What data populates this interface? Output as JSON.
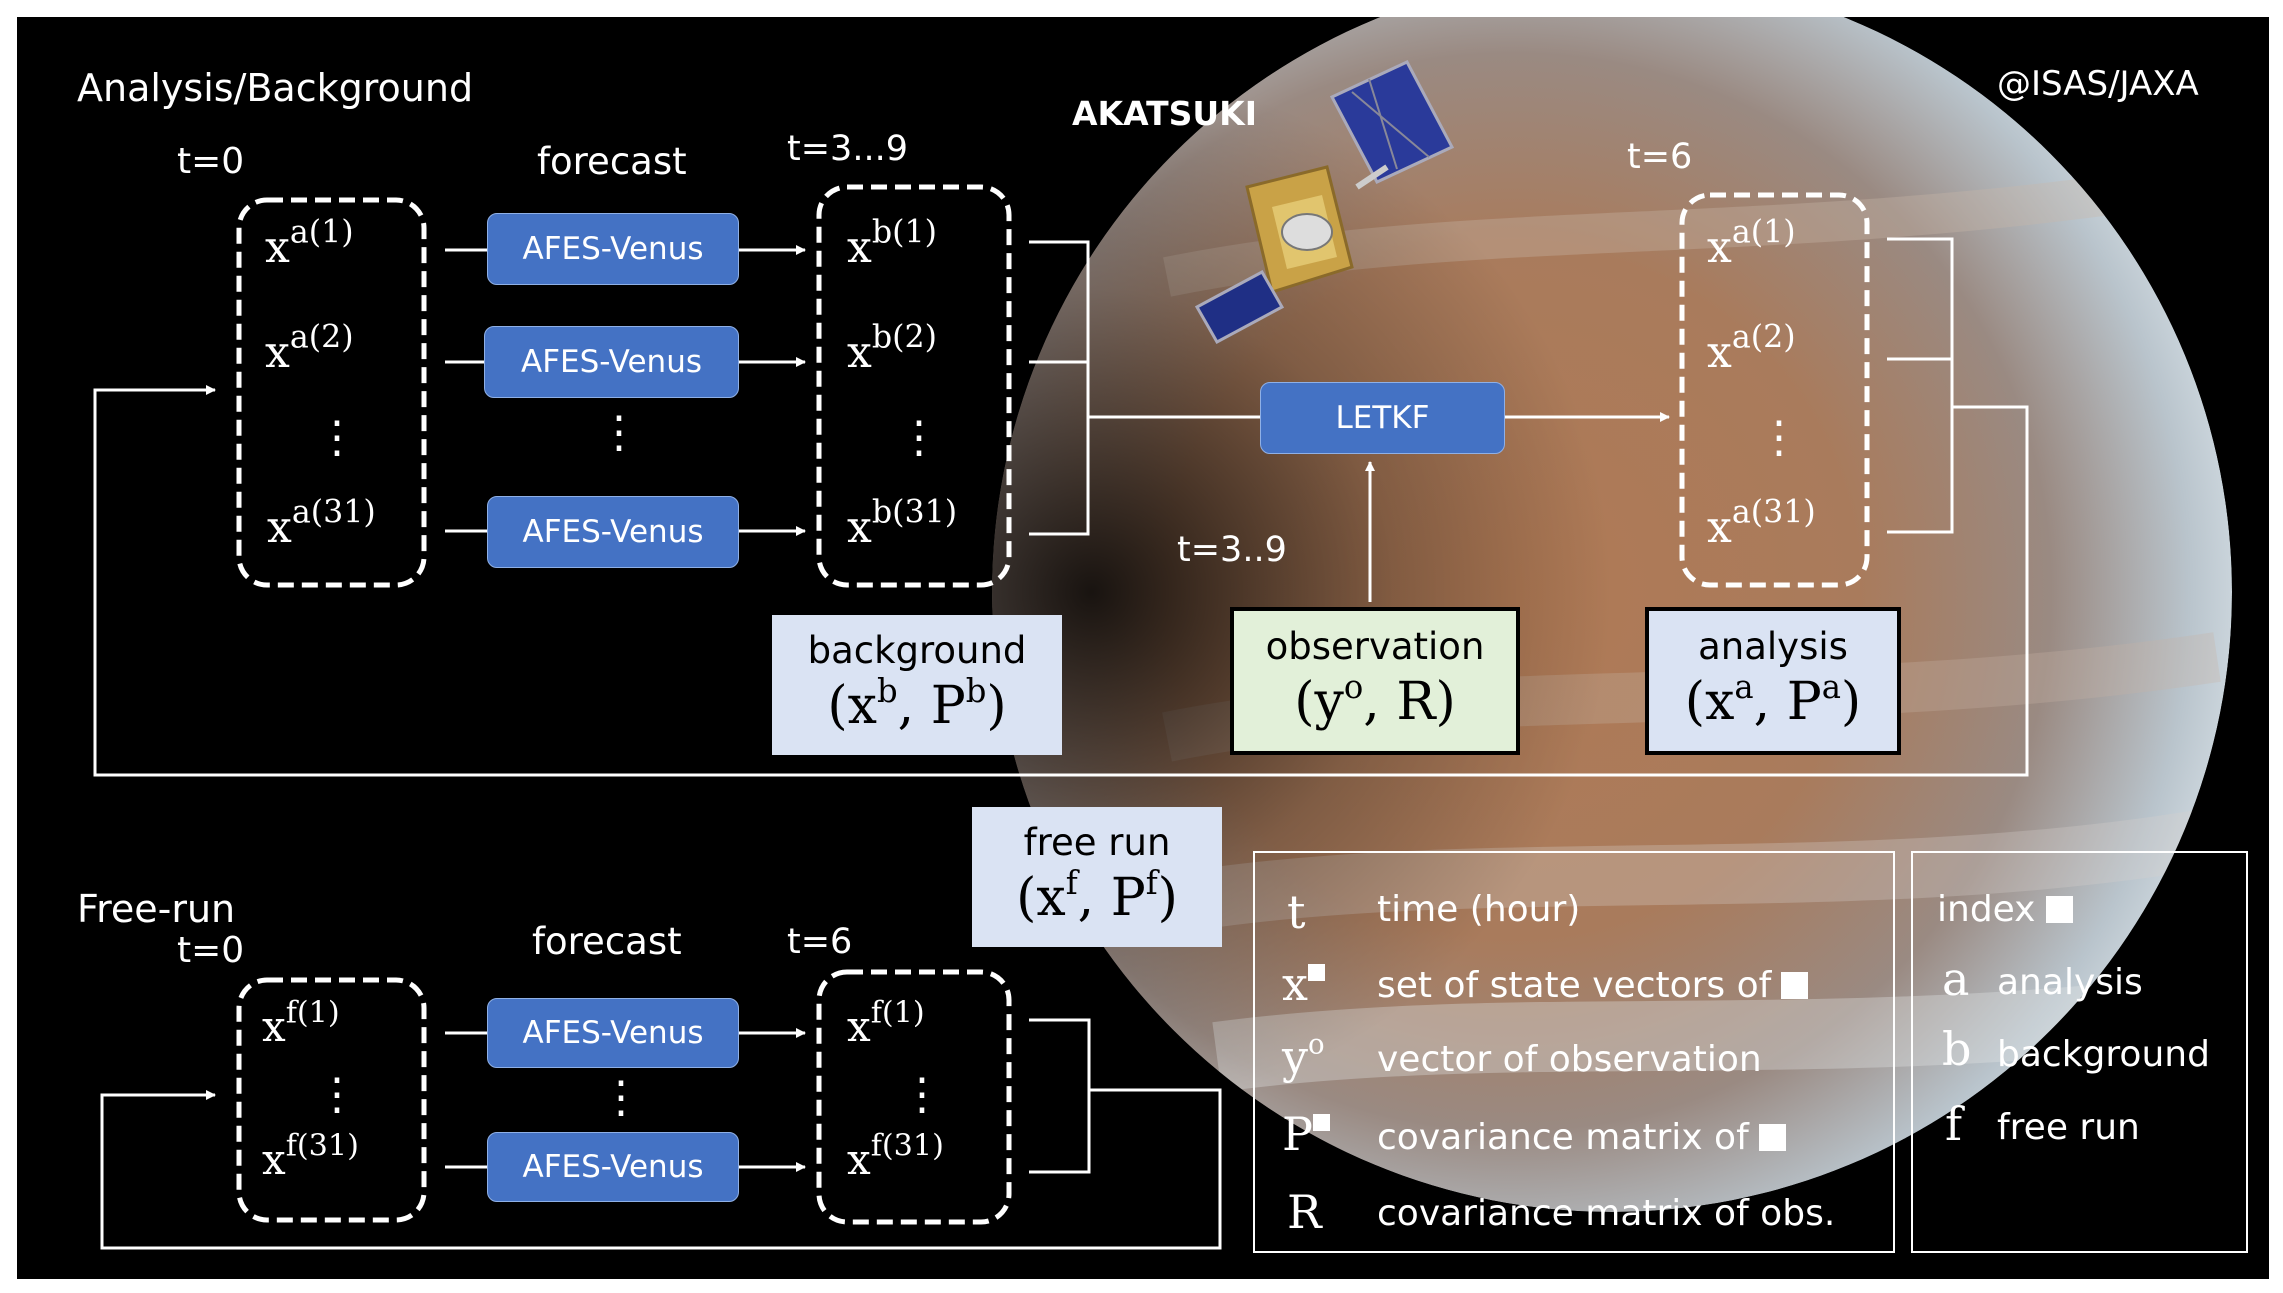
{
  "copyright": "@ISAS/JAXA",
  "satellite_name": "AKATSUKI",
  "analysis": {
    "section_title": "Analysis/Background",
    "t_start": "t=0",
    "t_mid": "t=3...9",
    "t_obs": "t=3..9",
    "t_end": "t=6",
    "forecast_label": "forecast",
    "model_labels": [
      "AFES-Venus",
      "AFES-Venus",
      "AFES-Venus"
    ],
    "letkf_label": "LETKF",
    "xa": {
      "base": "x",
      "sup1": "a(1)",
      "sup2": "a(2)",
      "sup31": "a(31)"
    },
    "xb": {
      "base": "x",
      "sup1": "b(1)",
      "sup2": "b(2)",
      "sup31": "b(31)"
    },
    "xa_out": {
      "base": "x",
      "sup1": "a(1)",
      "sup2": "a(2)",
      "sup31": "a(31)"
    },
    "background_box": {
      "title": "background",
      "x_sup": "b",
      "p_sup": "b",
      "color": "#dae3f3"
    },
    "observation_box": {
      "title": "observation",
      "y_sup": "o",
      "r": "R",
      "color": "#e2f0d9"
    },
    "analysis_box": {
      "title": "analysis",
      "x_sup": "a",
      "p_sup": "a",
      "color": "#dae3f3"
    }
  },
  "freerun": {
    "section_title": "Free-run",
    "t_start": "t=0",
    "t_end": "t=6",
    "forecast_label": "forecast",
    "model_labels": [
      "AFES-Venus",
      "AFES-Venus"
    ],
    "xf": {
      "base": "x",
      "sup1": "f(1)",
      "sup31": "f(31)"
    },
    "xf_out": {
      "base": "x",
      "sup1": "f(1)",
      "sup31": "f(31)"
    },
    "freerun_box": {
      "title": "free run",
      "x_sup": "f",
      "p_sup": "f",
      "color": "#dae3f3"
    }
  },
  "legend": {
    "rows": [
      {
        "symbol": "t",
        "text": "time (hour)"
      },
      {
        "symbol": "x",
        "text": "set of state vectors of"
      },
      {
        "symbol": "y",
        "sup": "o",
        "text": "vector of observation"
      },
      {
        "symbol": "P",
        "text": "covariance matrix of"
      },
      {
        "symbol": "R",
        "text": "covariance matrix of obs."
      }
    ]
  },
  "index_legend": {
    "title": "index",
    "rows": [
      {
        "symbol": "a",
        "text": "analysis"
      },
      {
        "symbol": "b",
        "text": "background"
      },
      {
        "symbol": "f",
        "text": "free run"
      }
    ]
  }
}
